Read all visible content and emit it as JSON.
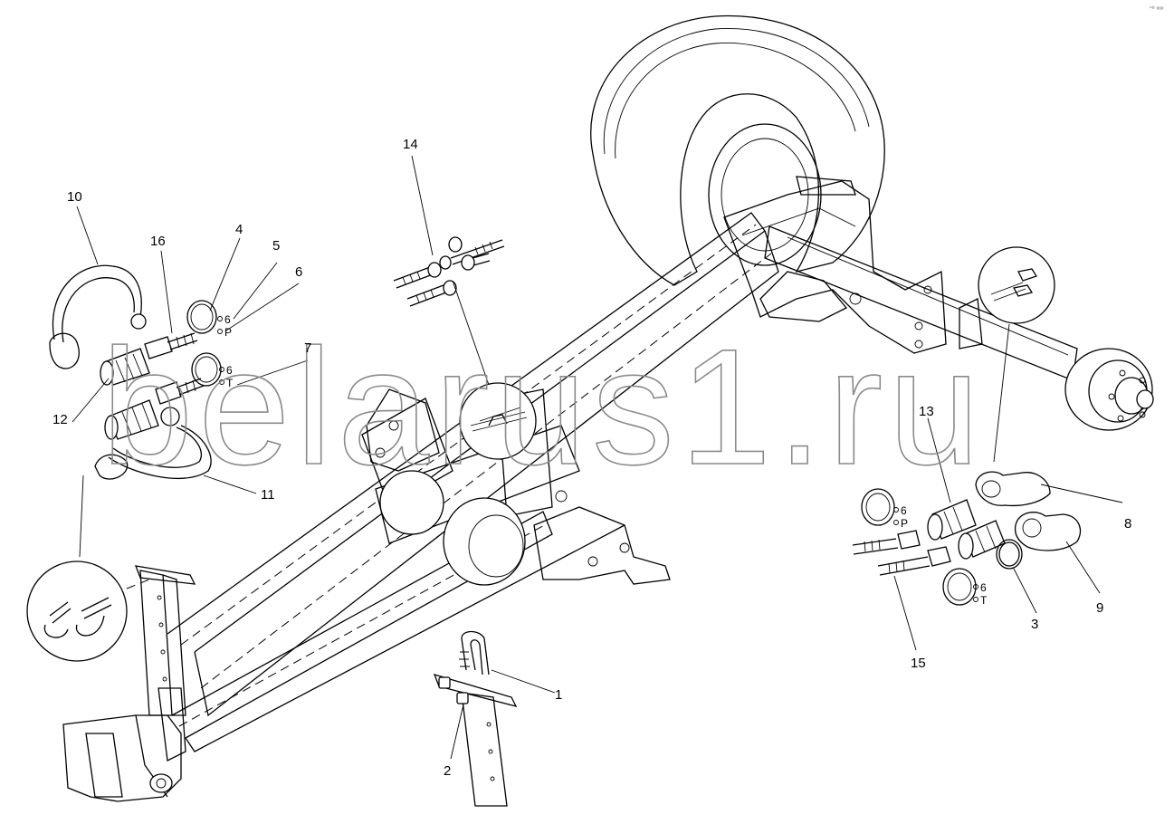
{
  "watermark": "belarus1.ru",
  "corner_mark": "°⁰ ᵒᵒᵒ",
  "callouts": {
    "c1": "1",
    "c2": "2",
    "c3": "3",
    "c4": "4",
    "c5": "5",
    "c6": "6",
    "c7": "7",
    "c8": "8",
    "c9": "9",
    "c10": "10",
    "c11": "11",
    "c12": "12",
    "c13": "13",
    "c14": "14",
    "c15": "15",
    "c16": "16"
  },
  "port_marks": {
    "left_upper": [
      "6",
      "P"
    ],
    "left_lower": [
      "6",
      "T"
    ],
    "right_upper": [
      "6",
      "P"
    ],
    "right_lower": [
      "6",
      "T"
    ]
  }
}
